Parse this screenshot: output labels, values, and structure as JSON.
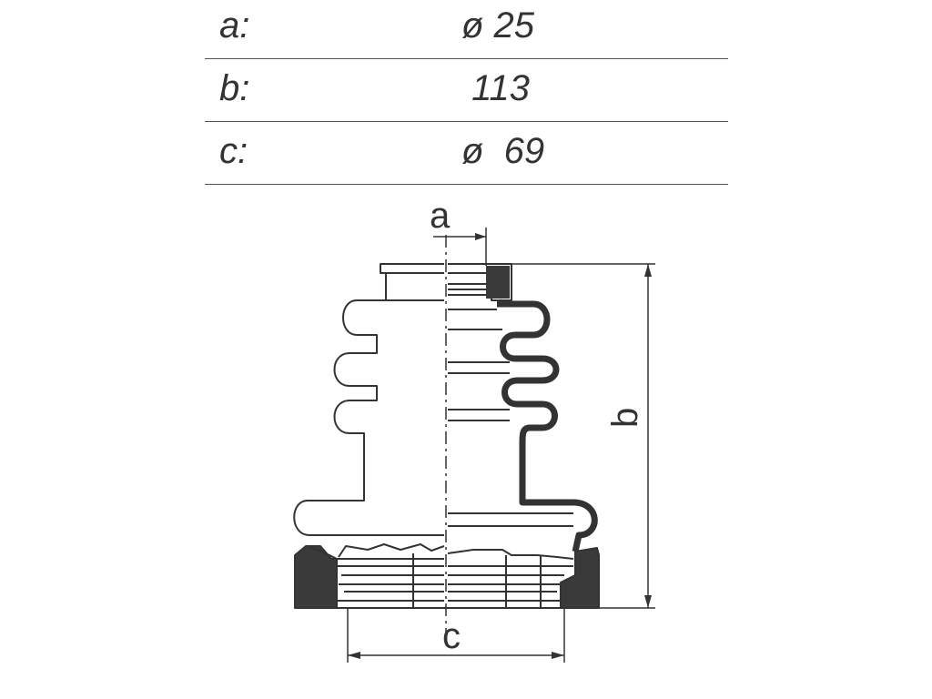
{
  "specs": [
    {
      "label": "a:",
      "value": "ø 25"
    },
    {
      "label": "b:",
      "value": " 113"
    },
    {
      "label": "c:",
      "value": "ø  69"
    }
  ],
  "dimension_labels": {
    "a": "a",
    "b": "b",
    "c": "c"
  },
  "colors": {
    "ink": "#333333",
    "fill_dark": "#3a3a3a"
  }
}
